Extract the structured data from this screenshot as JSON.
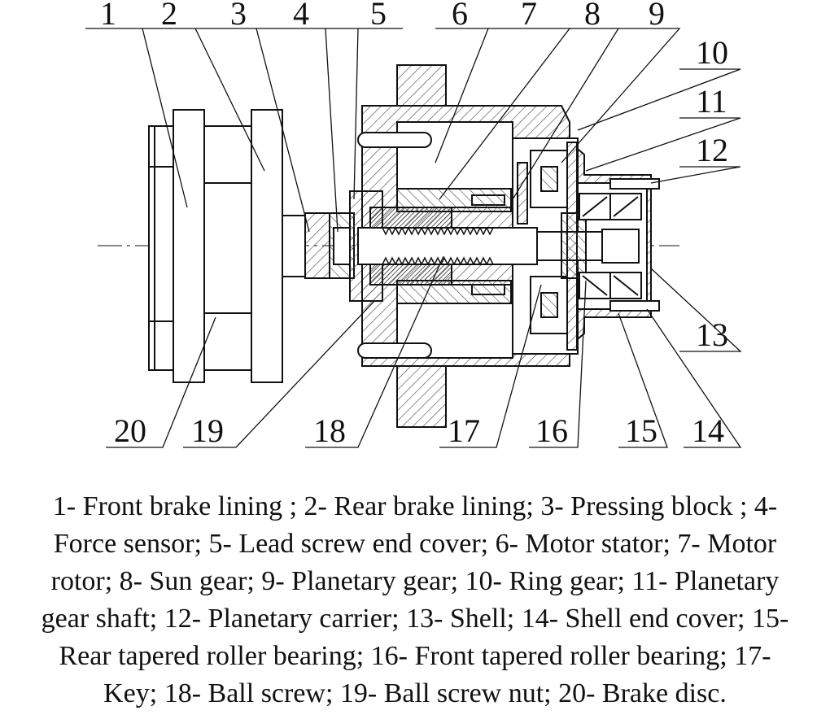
{
  "diagram": {
    "callouts_top": [
      "1",
      "2",
      "3",
      "4",
      "5",
      "6",
      "7",
      "8",
      "9"
    ],
    "callouts_right": [
      "10",
      "11",
      "12",
      "13"
    ],
    "callouts_bottom": [
      "20",
      "19",
      "18",
      "17",
      "16",
      "15",
      "14"
    ]
  },
  "caption": {
    "lines": [
      "1- Front brake lining ; 2- Rear brake lining; 3- Pressing block ; 4-",
      "Force sensor; 5- Lead screw end cover; 6- Motor stator; 7- Motor",
      "rotor; 8- Sun gear; 9- Planetary gear; 10- Ring gear; 11- Planetary",
      "gear shaft; 12- Planetary carrier; 13- Shell; 14- Shell end cover; 15-",
      "Rear tapered roller bearing; 16- Front tapered roller bearing; 17-",
      "Key; 18- Ball screw; 19- Ball screw nut; 20- Brake disc."
    ]
  },
  "colors": {
    "ink": "#111111",
    "hatch": "#444444",
    "fill_dark": "#555555",
    "background": "#ffffff"
  }
}
